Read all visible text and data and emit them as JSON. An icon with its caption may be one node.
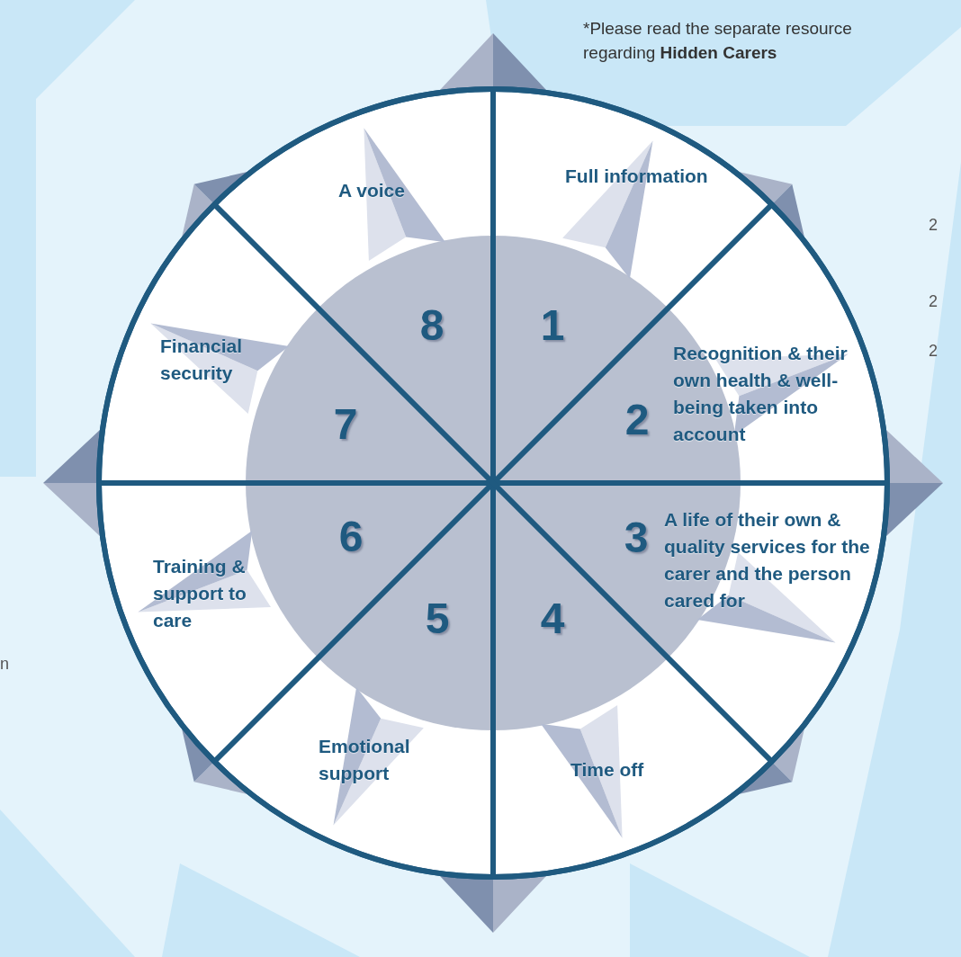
{
  "diagram": {
    "nodes": [
      {
        "text": [
          "Full information"
        ],
        "beside": [
          "1"
        ]
      },
      {
        "text": [
          "Recognition & their own health & well-being taken into account"
        ],
        "beside": [
          "2"
        ]
      },
      {
        "text": [
          "A life of their own & quality services for the carer and the person cared for"
        ],
        "beside": [
          "3"
        ]
      },
      {
        "text": [
          "Time off"
        ],
        "beside": [
          "4"
        ]
      },
      {
        "text": [
          "Emotional support"
        ],
        "beside": [
          "5"
        ]
      },
      {
        "text": [
          "Training & support to care"
        ],
        "beside": [
          "6"
        ]
      },
      {
        "text": [
          "Financial security"
        ],
        "beside": [
          "7"
        ]
      },
      {
        "text": [
          "A voice"
        ],
        "beside": [
          "8"
        ]
      }
    ],
    "edges": [],
    "labels": [
      "*Please read the separate resource regarding **Hidden Carers**",
      "2",
      "2",
      "2",
      "n"
    ]
  }
}
